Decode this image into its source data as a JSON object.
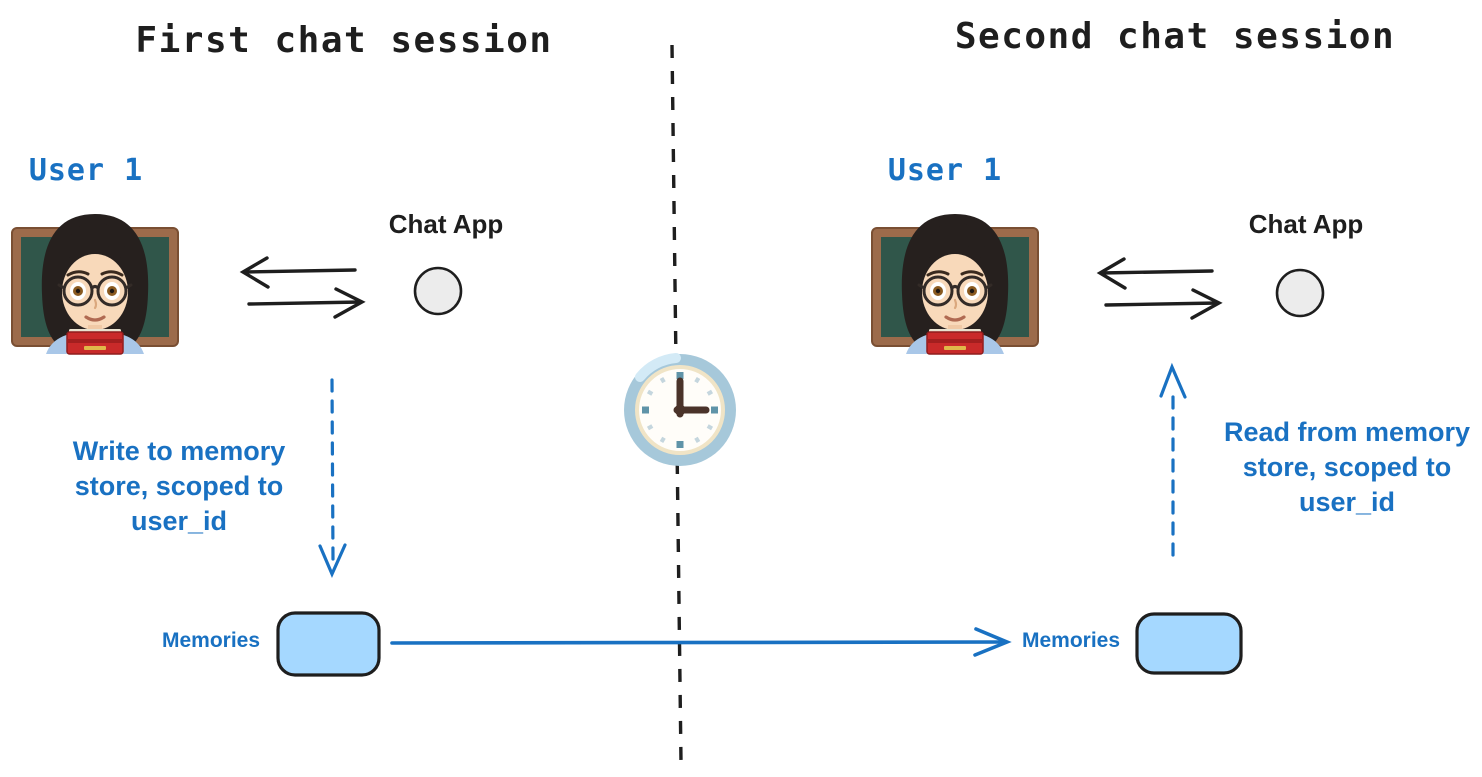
{
  "diagram": {
    "left": {
      "title": "First chat session",
      "user_label": "User 1",
      "chat_app_label": "Chat App",
      "annotation": "Write to memory store, scoped to user_id",
      "annotation_lines": [
        "Write to memory",
        "store, scoped to",
        "user_id"
      ],
      "memories_label": "Memories"
    },
    "right": {
      "title": "Second chat session",
      "user_label": "User 1",
      "chat_app_label": "Chat App",
      "annotation": "Read from memory store, scoped to user_id",
      "annotation_lines": [
        "Read from memory",
        "store, scoped to",
        "user_id"
      ],
      "memories_label": "Memories"
    },
    "icons": {
      "user_avatar": "woman-teacher-emoji",
      "chat_app_node": "circle-node",
      "divider_clock": "three-oclock-clock-emoji"
    },
    "colors": {
      "accent_blue": "#1971c2",
      "memories_box_fill": "#a5d8ff",
      "stroke_black": "#1e1e1e",
      "chat_node_fill": "#ececec",
      "clock_rim": "#a6c8da"
    }
  }
}
